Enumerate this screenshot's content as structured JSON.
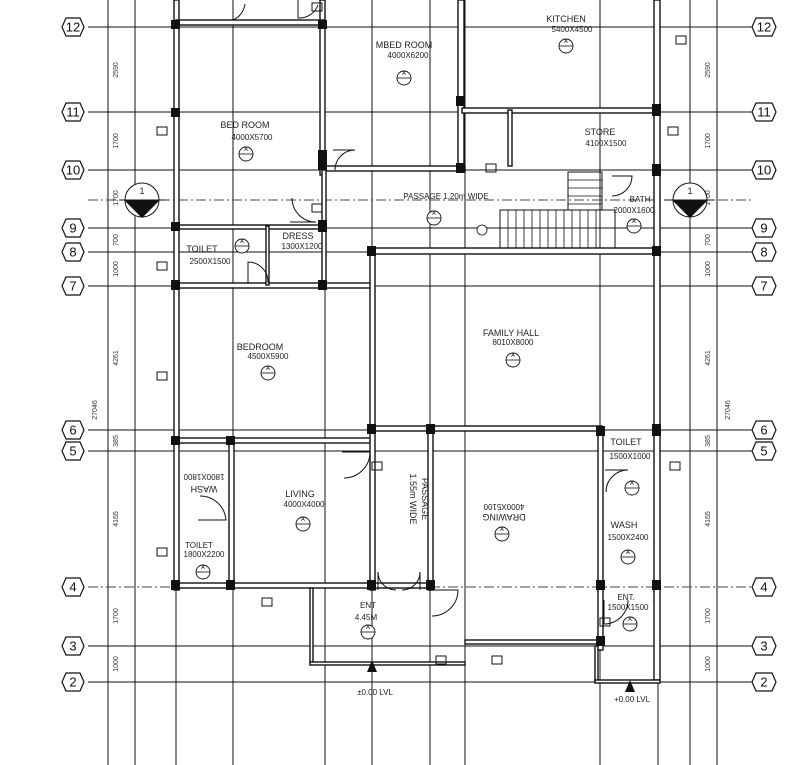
{
  "gridlines": [
    "12",
    "11",
    "10",
    "9",
    "8",
    "7",
    "6",
    "5",
    "4",
    "3",
    "2"
  ],
  "dimensions": {
    "left": [
      "2590",
      "1700",
      "1700",
      "700",
      "1000",
      "4261",
      "385",
      "4165",
      "1700",
      "1000"
    ],
    "left_total": "27046",
    "right": [
      "2590",
      "1700",
      "1700",
      "700",
      "1000",
      "4261",
      "385",
      "4165",
      "1700",
      "1000"
    ],
    "right_total": "27046"
  },
  "rooms": {
    "bedroom_top": {
      "name": "BED ROOM",
      "size": "4000X5700"
    },
    "mbed_room": {
      "name": "MBED ROOM",
      "size": "4000X6200"
    },
    "kitchen": {
      "name": "KITCHEN",
      "size": "5400X4500"
    },
    "store": {
      "name": "STORE",
      "size": "4100X1500"
    },
    "passage_top": {
      "name": "PASSAGE 1.20m WIDE"
    },
    "bath": {
      "name": "BATH",
      "size": "2000X1600"
    },
    "toilet_top": {
      "name": "TOILET",
      "size": "2500X1500"
    },
    "dress": {
      "name": "DRESS",
      "size": "1300X1200"
    },
    "bedroom_mid": {
      "name": "BEDROOM",
      "size": "4500X5900"
    },
    "family_hall": {
      "name": "FAMILY HALL",
      "size": "8010X8000"
    },
    "toilet_right": {
      "name": "TOILET",
      "size": "1500X1000"
    },
    "wash_left": {
      "name": "WASH",
      "size": "1800X1800"
    },
    "living": {
      "name": "LIVING",
      "size": "4000X4000"
    },
    "passage_mid": {
      "name": "PASSAGE",
      "size": "1.55m WIDE"
    },
    "drawing": {
      "name": "DRAWING",
      "size": "4000X5100"
    },
    "toilet_small": {
      "name": "TOILET",
      "size": "1800X2200"
    },
    "wash_right": {
      "name": "WASH",
      "size": "1500X2400"
    },
    "entrance": {
      "name": "ENT",
      "size": "4.45M"
    },
    "entry_right": {
      "name": "ENT.",
      "size": "1500X1500"
    }
  },
  "levels": {
    "main": "±0.00 LVL",
    "right": "+0.00 LVL"
  },
  "section_markers": [
    "1",
    "1"
  ],
  "tag_text": "A"
}
